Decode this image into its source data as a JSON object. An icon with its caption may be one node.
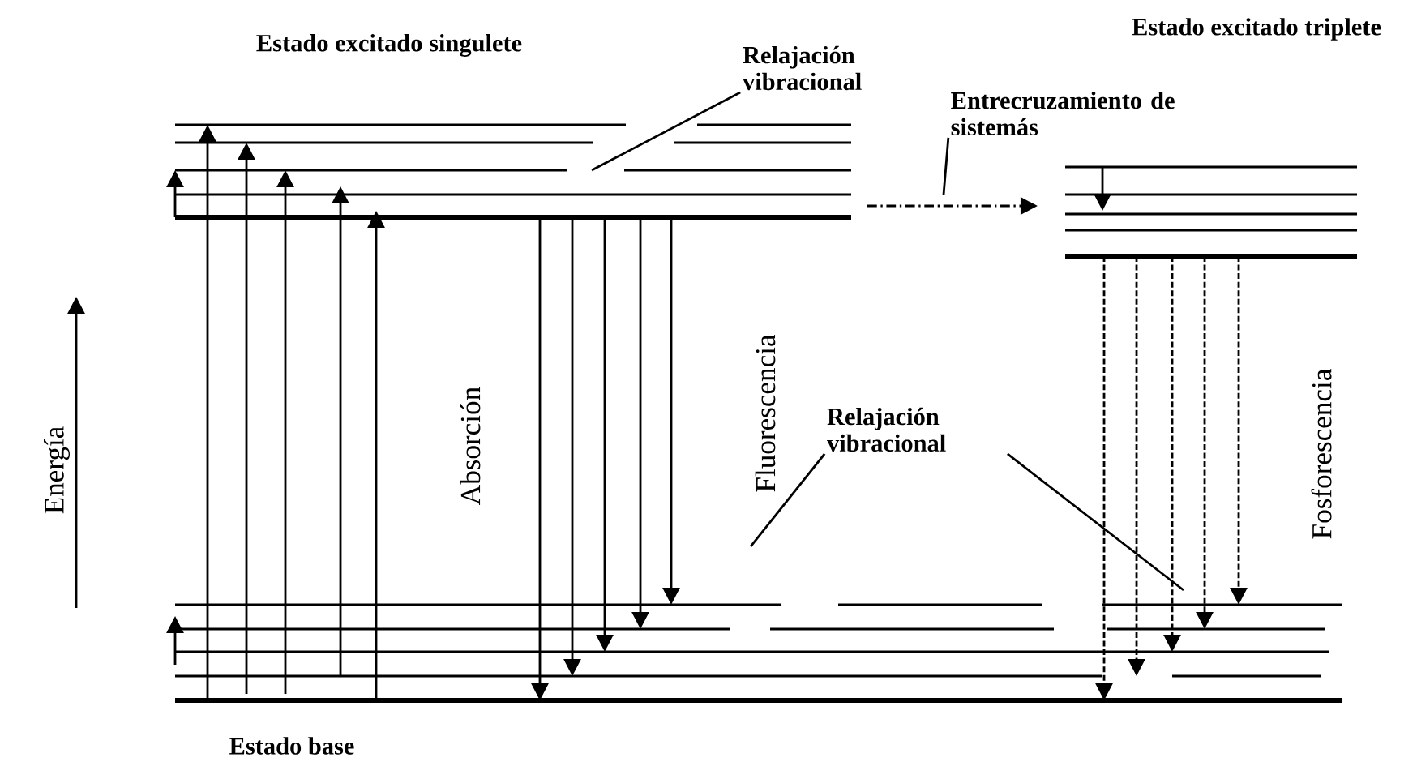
{
  "diagram": {
    "nodes": [
      {
        "text": [
          "Relajación vibracional"
        ]
      },
      {
        "text": [
          "Entrecruzamiento de sistemás"
        ]
      },
      {
        "text": [
          "Relajación vibracional"
        ]
      }
    ],
    "edges": [
      {
        "from": 0,
        "to": null,
        "arrow": "none"
      },
      {
        "from": 1,
        "to": null,
        "arrow": "none"
      },
      {
        "from": 2,
        "to": null,
        "arrow": "none"
      },
      {
        "from": 2,
        "to": null,
        "arrow": "none"
      }
    ],
    "labels": [
      "Estado excitado triplete",
      "Estado excitado singulete",
      "Energía",
      "Absorción",
      "Fluorescencia",
      "Fosforescencia",
      "Estado base"
    ]
  }
}
